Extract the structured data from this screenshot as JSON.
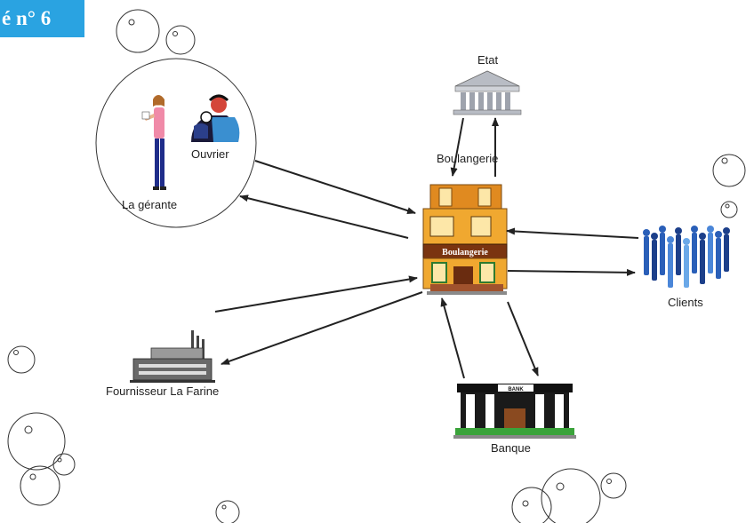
{
  "header": {
    "activity_label": "é n° 6"
  },
  "nodes": {
    "state": {
      "label": "Etat",
      "icon": "government-building-icon"
    },
    "bakery": {
      "label": "Boulangerie",
      "sign": "Boulangerie",
      "icon": "bakery-building-icon"
    },
    "workers": {
      "label": "Ouvrier",
      "icon": "worker-icon"
    },
    "manager": {
      "label": "La gérante",
      "icon": "woman-manager-icon"
    },
    "clients": {
      "label": "Clients",
      "icon": "crowd-icon"
    },
    "supplier": {
      "label": "Fournisseur La Farine",
      "icon": "factory-icon"
    },
    "bank": {
      "label": "Banque",
      "sign": "BANK",
      "icon": "bank-building-icon"
    }
  },
  "colors": {
    "badge": "#2aa3e1",
    "arrow": "#222222",
    "bakery_wall": "#f0a830",
    "clients": "#2a5fb8"
  }
}
